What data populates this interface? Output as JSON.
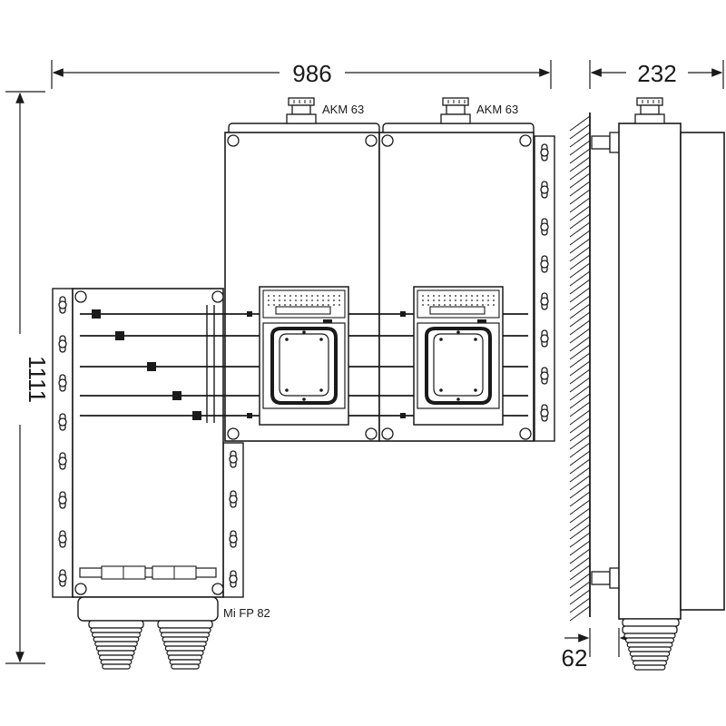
{
  "dimensions": {
    "width": "986",
    "depth": "232",
    "height": "1111",
    "mount_offset": "62"
  },
  "labels": {
    "cable_gland_left": "AKM 63",
    "cable_gland_right": "AKM 63",
    "base_box": "Mi FP 82"
  },
  "colors": {
    "line": "#1a1a1a",
    "background": "#ffffff"
  }
}
